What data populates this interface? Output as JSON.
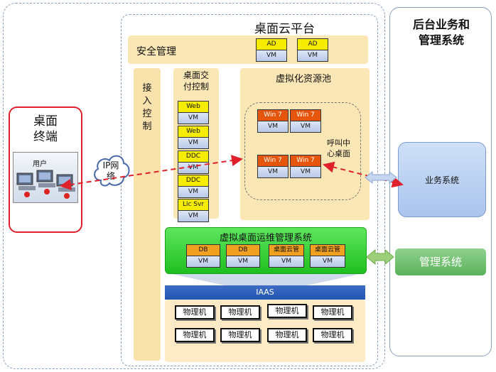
{
  "platform_title": "桌面云平台",
  "backend_title": [
    "后台业务和",
    "管理系统"
  ],
  "security": {
    "title": "安全管理",
    "items": [
      {
        "top": "AD",
        "bottom": "VM"
      },
      {
        "top": "AD",
        "bottom": "VM"
      }
    ]
  },
  "access": {
    "title_chars": [
      "接",
      "入",
      "控",
      "制"
    ]
  },
  "delivery": {
    "title": [
      "桌面交",
      "付控制"
    ],
    "items": [
      {
        "top": "Web",
        "bottom": "VM"
      },
      {
        "top": "Web",
        "bottom": "VM"
      },
      {
        "top": "DDC",
        "bottom": "VM"
      },
      {
        "top": "DDC",
        "bottom": "VM"
      },
      {
        "top": "Lic Svr",
        "bottom": "VM"
      }
    ]
  },
  "pool": {
    "title": "虚拟化资源池",
    "items": [
      {
        "top": "Win 7",
        "bottom": "VM"
      },
      {
        "top": "Win 7",
        "bottom": "VM"
      },
      {
        "top": "Win 7",
        "bottom": "VM"
      },
      {
        "top": "Win 7",
        "bottom": "VM"
      }
    ],
    "callcenter": [
      "呼叫中",
      "心桌面"
    ]
  },
  "ops": {
    "title": "虚拟桌面运维管理系统",
    "items": [
      {
        "top": "DB",
        "bottom": "VM"
      },
      {
        "top": "DB",
        "bottom": "VM"
      },
      {
        "top": "桌面云管",
        "bottom": "VM"
      },
      {
        "top": "桌面云管",
        "bottom": "VM"
      }
    ]
  },
  "iaas": "IAAS",
  "physical": [
    "物理机",
    "物理机",
    "物理机",
    "物理机",
    "物理机",
    "物理机",
    "物理机",
    "物理机"
  ],
  "terminal": {
    "title": [
      "桌面",
      "终端"
    ],
    "user_label": "用户"
  },
  "network": [
    "IP网",
    "络"
  ],
  "business_system": "业务系统",
  "management_system": "管理系统"
}
